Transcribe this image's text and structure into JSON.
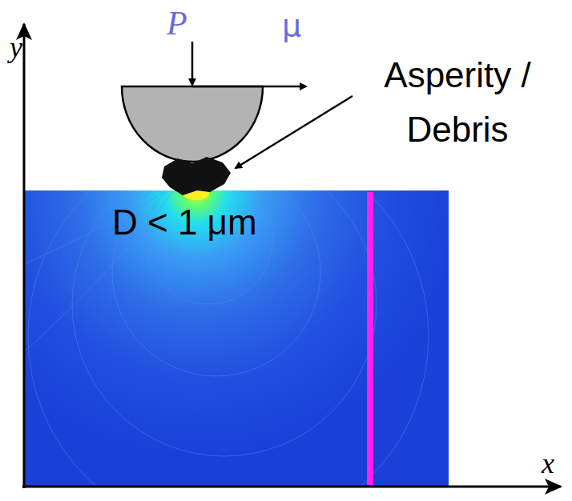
{
  "diagram": {
    "labels": [
      "P",
      "μ",
      "Asperity / Debris",
      "D < 1 μm",
      "y",
      "x"
    ]
  }
}
